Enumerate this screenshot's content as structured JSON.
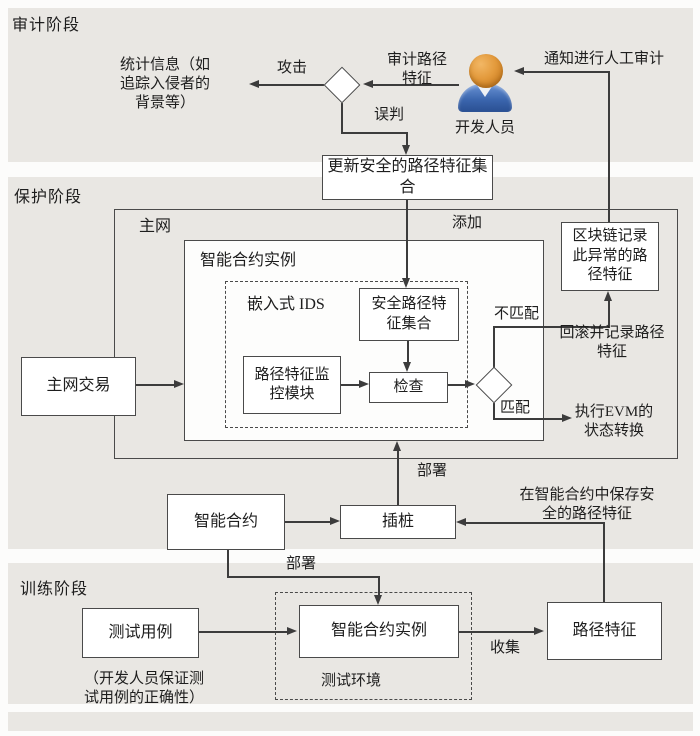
{
  "sections": {
    "audit_label": "审计阶段",
    "protection_label": "保护阶段",
    "training_label": "训练阶段"
  },
  "audit": {
    "stats_text": "统计信息（如\n追踪入侵者的\n背景等）",
    "attack_label": "攻击",
    "audit_path_label": "审计路径\n特征",
    "developer_label": "开发人员",
    "notify_label": "通知进行人工审计",
    "misjudge_label": "误判",
    "update_box": "更新安全的路径特征集合"
  },
  "protection": {
    "mainnet_label": "主网",
    "contract_instance_label": "智能合约实例",
    "ids_label": "嵌入式 IDS",
    "safe_path_box": "安全路径特\n征集合",
    "monitor_box": "路径特征监\n控模块",
    "check_box": "检查",
    "add_label": "添加",
    "mismatch_label": "不匹配",
    "match_label": "匹配",
    "blockchain_box": "区块链记录\n此异常的路\n径特征",
    "rollback_label": "回滚并记录路径\n特征",
    "evm_label": "执行EVM的\n状态转换",
    "mainnet_tx_box": "主网交易",
    "contract_box": "智能合约",
    "instrument_box": "插桩",
    "deploy_label": "部署",
    "save_path_label": "在智能合约中保存安\n全的路径特征"
  },
  "training": {
    "deploy_label": "部署",
    "test_case_box": "测试用例",
    "contract_instance_box": "智能合约实例",
    "test_env_label": "测试环境",
    "collect_label": "收集",
    "path_feature_box": "路径特征",
    "note_text": "（开发人员保证测\n试用例的正确性）"
  },
  "icons": {
    "developer": "developer-person-icon"
  },
  "colors": {
    "section_bg": "#e9e7e3",
    "line": "#3c3c3c",
    "border": "#4a4a4a",
    "box_bg": "#ffffff",
    "head_orange": "#e39a3c",
    "body_blue": "#3b66ae",
    "text": "#1e1e1e"
  }
}
